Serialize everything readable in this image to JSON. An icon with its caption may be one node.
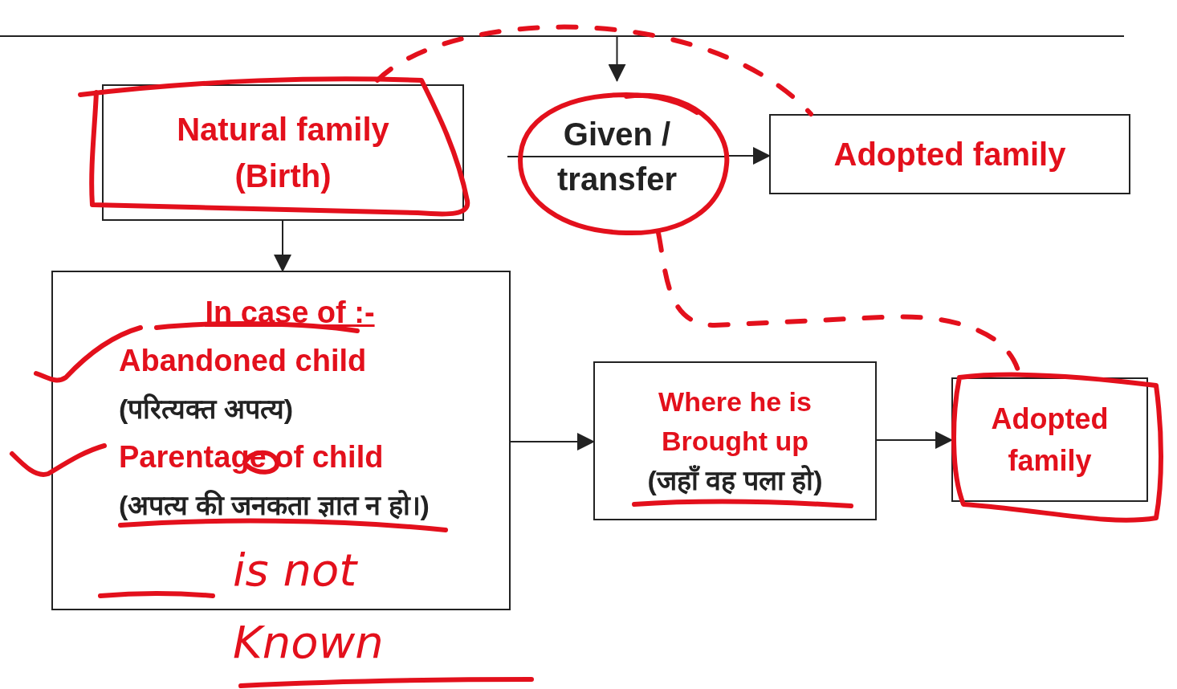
{
  "diagram": {
    "nodes": [
      {
        "text": [
          "Natural family (Birth)"
        ]
      },
      {
        "text": [
          "Given / transfer"
        ]
      },
      {
        "text": [
          "Adopted family"
        ]
      },
      {
        "text": [
          "In case of :-",
          "Abandoned child",
          "(परित्यक्त अपत्य)",
          "Parentage of child",
          "(अपत्य की जनकता ज्ञात न हो।)"
        ]
      },
      {
        "text": [
          "Where he is Brought up",
          "(जहाँ वह पला हो)"
        ]
      },
      {
        "text": [
          "Adopted family"
        ]
      }
    ],
    "edges": [
      {
        "from": null,
        "to": 1,
        "arrow": "to"
      },
      {
        "from": 1,
        "to": 2,
        "arrow": "to"
      },
      {
        "from": 0,
        "to": 3,
        "arrow": "to"
      },
      {
        "from": 3,
        "to": 4,
        "arrow": "to"
      },
      {
        "from": 4,
        "to": 5,
        "arrow": "to"
      },
      {
        "from": 0,
        "to": 2,
        "arrow": "none",
        "style": "dashed",
        "color": "#e3101c"
      },
      {
        "from": 1,
        "to": 5,
        "arrow": "none",
        "style": "dashed",
        "color": "#e3101c"
      }
    ],
    "labels": [
      "is not Known"
    ]
  }
}
